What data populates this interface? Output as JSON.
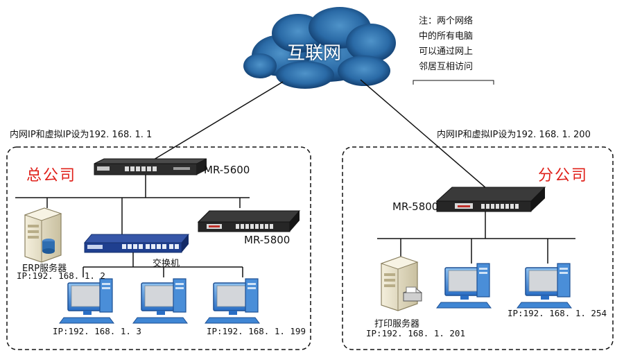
{
  "cloud": {
    "label": "互联网"
  },
  "note": {
    "lines": [
      "注：两个网络",
      "中的所有电脑",
      "可以通过网上",
      "邻居互相访问"
    ]
  },
  "hq": {
    "wan_ip_text": "内网IP和虚拟IP设为192. 168. 1. 1",
    "title": "总公司",
    "router_model": "MR-5600",
    "secondary_router_model": "MR-5800",
    "switch_label": "交换机",
    "erp_server": {
      "label": "ERP服务器",
      "ip": "IP:192. 168. 1. 2"
    },
    "pc_left_ip": "IP:192. 168. 1. 3",
    "pc_right_ip": "IP:192. 168. 1. 199"
  },
  "branch": {
    "wan_ip_text": "内网IP和虚拟IP设为192. 168. 1. 200",
    "title": "分公司",
    "router_model": "MR-5800",
    "print_server": {
      "label": "打印服务器",
      "ip": "IP:192. 168. 1. 201"
    },
    "pc_ip": "IP:192. 168. 1. 254"
  },
  "colors": {
    "title_red": "#e0201a",
    "cloud_dark": "#0d3563",
    "cloud_light": "#3f82b8",
    "router_body": "#2a2a2a",
    "switch_body": "#1f3f8f",
    "monitor_blue": "#3a7fd1",
    "server_beige": "#e9e2c8"
  }
}
